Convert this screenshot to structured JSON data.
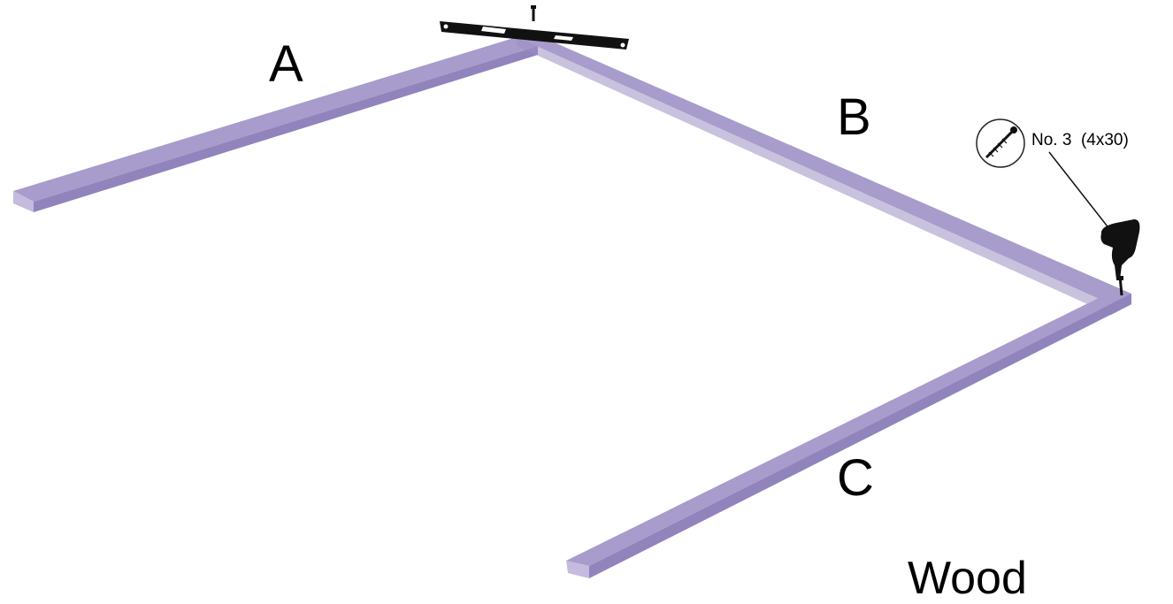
{
  "diagram": {
    "beam_labels": [
      "A",
      "B",
      "C"
    ],
    "material": "Wood",
    "screw_spec": "No. 3  (4x30)",
    "colors": {
      "wood_top": "#a79ccb",
      "wood_side": "#9184bd",
      "wood_end": "#c4bbde",
      "tool": "#111111"
    },
    "icons": [
      "spirit-level-icon",
      "screw-icon",
      "drill-icon"
    ]
  }
}
